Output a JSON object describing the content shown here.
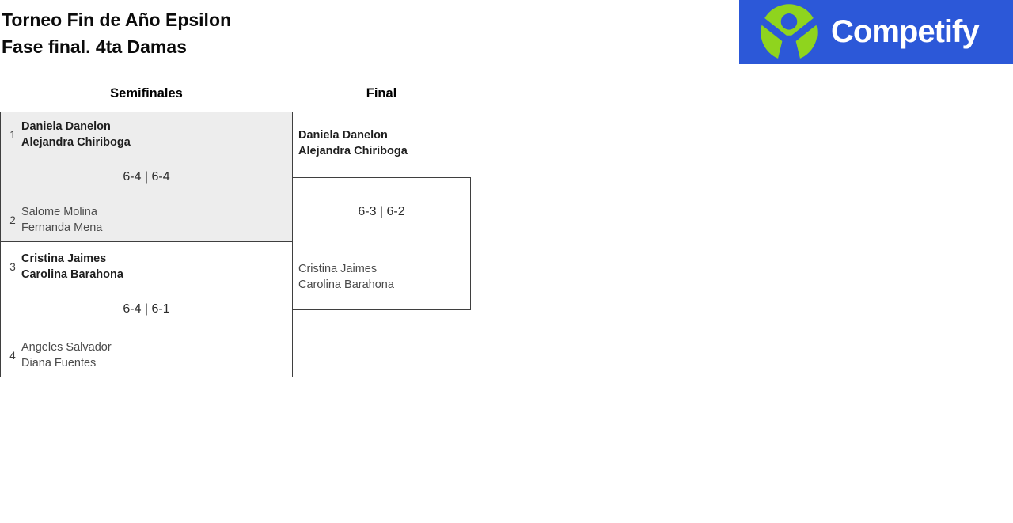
{
  "page": {
    "title_line1": "Torneo Fin de Año Epsilon",
    "title_line2": "Fase final. 4ta Damas"
  },
  "brand": {
    "name": "Competify",
    "colors": {
      "logo_background": "#2c58d8",
      "logo_green": "#8fd41e",
      "logo_text": "#ffffff"
    }
  },
  "bracket": {
    "round_headers": {
      "semifinals": "Semifinales",
      "final": "Final"
    },
    "semifinals": [
      {
        "seed_top": "1",
        "team_top": [
          "Daniela Danelon",
          "Alejandra Chiriboga"
        ],
        "score": "6-4 | 6-4",
        "seed_bottom": "2",
        "team_bottom": [
          "Salome Molina",
          "Fernanda Mena"
        ],
        "winner": "top"
      },
      {
        "seed_top": "3",
        "team_top": [
          "Cristina Jaimes",
          "Carolina Barahona"
        ],
        "score": "6-4 | 6-1",
        "seed_bottom": "4",
        "team_bottom": [
          "Angeles Salvador",
          "Diana Fuentes"
        ],
        "winner": "top"
      }
    ],
    "final": {
      "team_top": [
        "Daniela Danelon",
        "Alejandra Chiriboga"
      ],
      "score": "6-3 | 6-2",
      "team_bottom": [
        "Cristina Jaimes",
        "Carolina Barahona"
      ],
      "winner": "top"
    }
  }
}
